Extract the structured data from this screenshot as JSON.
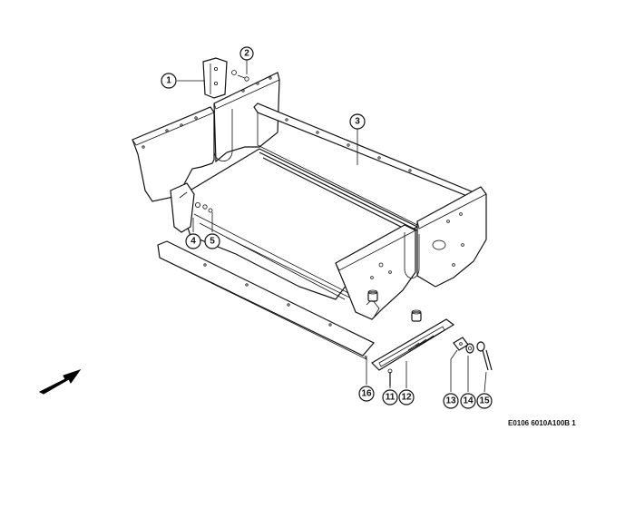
{
  "callouts": [
    {
      "id": "c1",
      "label": "1"
    },
    {
      "id": "c2",
      "label": "2"
    },
    {
      "id": "c3",
      "label": "3"
    },
    {
      "id": "c4",
      "label": "4"
    },
    {
      "id": "c5",
      "label": "5"
    },
    {
      "id": "c11",
      "label": "11"
    },
    {
      "id": "c12",
      "label": "12"
    },
    {
      "id": "c13",
      "label": "13"
    },
    {
      "id": "c14",
      "label": "14"
    },
    {
      "id": "c15",
      "label": "15"
    },
    {
      "id": "c16",
      "label": "16"
    }
  ],
  "reference_code": "E0106 6010A100B 1",
  "colors": {
    "line": "#111111",
    "background": "#ffffff"
  }
}
